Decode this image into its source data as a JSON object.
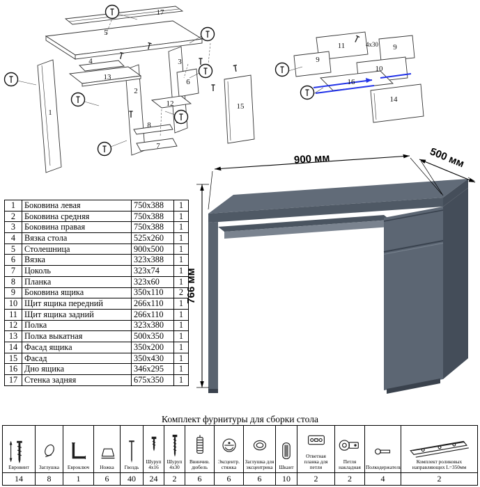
{
  "dimensions": {
    "width": "900 мм",
    "depth": "500 мм",
    "height": "766 мм"
  },
  "diagrams": {
    "desk_labels": [
      "1",
      "2",
      "3",
      "4",
      "5",
      "6",
      "7",
      "8",
      "12",
      "13",
      "15",
      "17"
    ],
    "drawer_labels": [
      "9",
      "9",
      "10",
      "11",
      "14",
      "16"
    ],
    "drawer_note": "4x30"
  },
  "parts_table": {
    "rows": [
      {
        "num": "1",
        "name": "Боковина левая",
        "size": "750x388",
        "qty": "1"
      },
      {
        "num": "2",
        "name": "Боковина средняя",
        "size": "750x388",
        "qty": "1"
      },
      {
        "num": "3",
        "name": "Боковина правая",
        "size": "750x388",
        "qty": "1"
      },
      {
        "num": "4",
        "name": "Вязка стола",
        "size": "525x260",
        "qty": "1"
      },
      {
        "num": "5",
        "name": "Столешница",
        "size": "900x500",
        "qty": "1"
      },
      {
        "num": "6",
        "name": "Вязка",
        "size": "323x388",
        "qty": "1"
      },
      {
        "num": "7",
        "name": "Цоколь",
        "size": "323x74",
        "qty": "1"
      },
      {
        "num": "8",
        "name": "Планка",
        "size": "323x60",
        "qty": "1"
      },
      {
        "num": "9",
        "name": "Боковина ящика",
        "size": "350x110",
        "qty": "2"
      },
      {
        "num": "10",
        "name": "Щит ящика передний",
        "size": "266x110",
        "qty": "1"
      },
      {
        "num": "11",
        "name": "Щит ящика задний",
        "size": "266x110",
        "qty": "1"
      },
      {
        "num": "12",
        "name": "Полка",
        "size": "323x380",
        "qty": "1"
      },
      {
        "num": "13",
        "name": "Полка выкатная",
        "size": "500x350",
        "qty": "1"
      },
      {
        "num": "14",
        "name": "Фасад ящика",
        "size": "350x200",
        "qty": "1"
      },
      {
        "num": "15",
        "name": "Фасад",
        "size": "350x430",
        "qty": "1"
      },
      {
        "num": "16",
        "name": "Дно ящика",
        "size": "346x295",
        "qty": "1"
      },
      {
        "num": "17",
        "name": "Стенка задняя",
        "size": "675x350",
        "qty": "1"
      }
    ]
  },
  "hardware": {
    "title": "Комплект фурнитуры для сборки стола",
    "items": [
      {
        "name": "Евровинт",
        "qty": "14",
        "icon": "eurovint-icon"
      },
      {
        "name": "Заглушка",
        "qty": "8",
        "icon": "cap-icon"
      },
      {
        "name": "Евроключ",
        "qty": "1",
        "icon": "hex-key-icon"
      },
      {
        "name": "Ножка",
        "qty": "6",
        "icon": "foot-icon"
      },
      {
        "name": "Гвоздь",
        "qty": "40",
        "icon": "nail-icon"
      },
      {
        "name": "Шуруп 4x16",
        "qty": "24",
        "icon": "screw-4x16-icon"
      },
      {
        "name": "Шуруп 4x30",
        "qty": "2",
        "icon": "screw-4x30-icon"
      },
      {
        "name": "Ввинчив. дюбель",
        "qty": "6",
        "icon": "threaded-dowel-icon"
      },
      {
        "name": "Эксцентр. стяжка",
        "qty": "6",
        "icon": "cam-lock-icon"
      },
      {
        "name": "Заглушка для эксцентрика",
        "qty": "6",
        "icon": "cam-cap-icon"
      },
      {
        "name": "Шкант",
        "qty": "10",
        "icon": "wood-dowel-icon"
      },
      {
        "name": "Ответная планка для петли",
        "qty": "2",
        "icon": "hinge-plate-icon"
      },
      {
        "name": "Петля накладная",
        "qty": "2",
        "icon": "hinge-icon"
      },
      {
        "name": "Полкодержатель",
        "qty": "4",
        "icon": "shelf-support-icon"
      },
      {
        "name": "Комплект роликовых направляющих L=350мм",
        "qty": "2",
        "icon": "roller-guides-icon"
      }
    ]
  }
}
